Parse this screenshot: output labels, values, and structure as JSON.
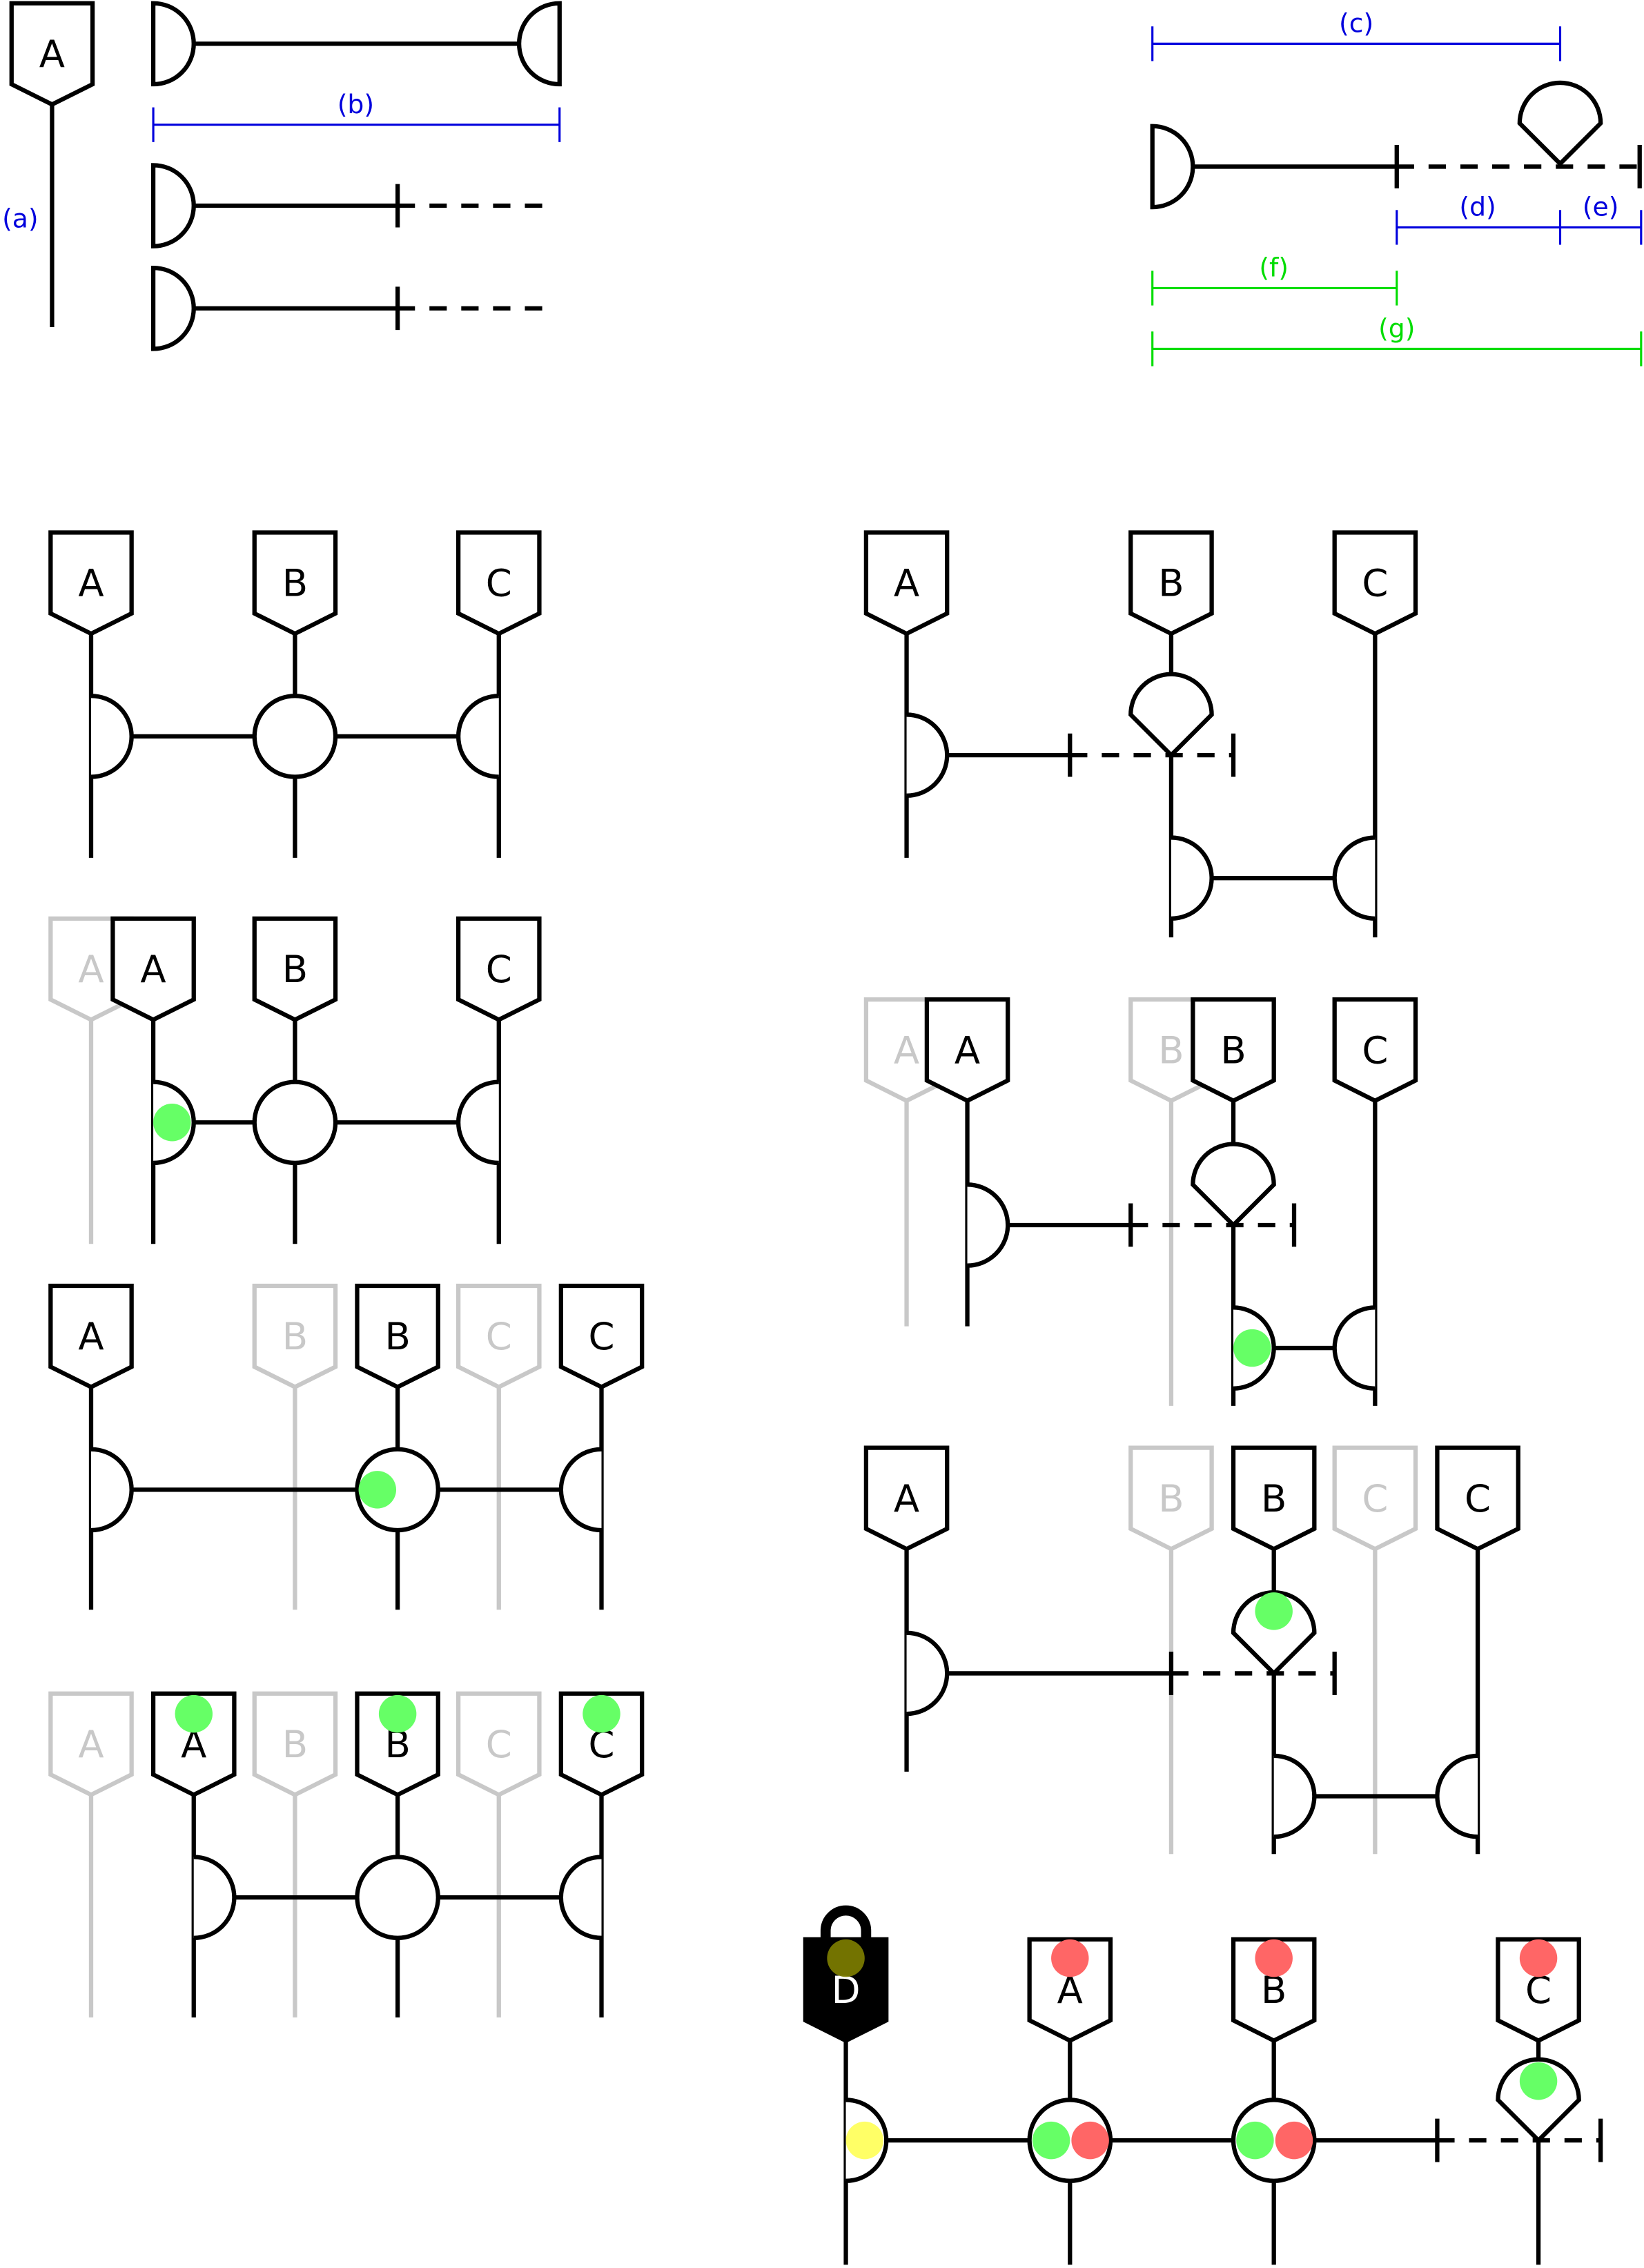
{
  "colors": {
    "ink": "#000000",
    "faded": "#c8c8c8",
    "measure_blue": "#0000dd",
    "measure_green": "#00dd00",
    "dot_green": "#66ff66",
    "dot_red": "#ff6666",
    "dot_yellow": "#ffff66",
    "dot_olive": "#808000",
    "background": "#ffffff"
  },
  "legend": {
    "node_a": "A",
    "label_a": "(a)",
    "label_b": "(b)",
    "label_c": "(c)",
    "label_d": "(d)",
    "label_e": "(e)",
    "label_f": "(f)",
    "label_g": "(g)"
  },
  "panel1": {
    "a": "A",
    "b": "B",
    "c": "C"
  },
  "panel2": {
    "ghost_a": "A",
    "a": "A",
    "b": "B",
    "c": "C"
  },
  "panel3": {
    "a": "A",
    "ghost_b": "B",
    "b": "B",
    "ghost_c": "C",
    "c": "C"
  },
  "panel4": {
    "ghost_a": "A",
    "a": "A",
    "ghost_b": "B",
    "b": "B",
    "ghost_c": "C",
    "c": "C"
  },
  "panel5": {
    "a": "A",
    "b": "B",
    "c": "C"
  },
  "panel6": {
    "ghost_a": "A",
    "a": "A",
    "ghost_b": "B",
    "b": "B",
    "c": "C"
  },
  "panel7": {
    "a": "A",
    "ghost_b": "B",
    "b": "B",
    "ghost_c": "C",
    "c": "C"
  },
  "panel8": {
    "d": "D",
    "a": "A",
    "b": "B",
    "c": "C"
  }
}
